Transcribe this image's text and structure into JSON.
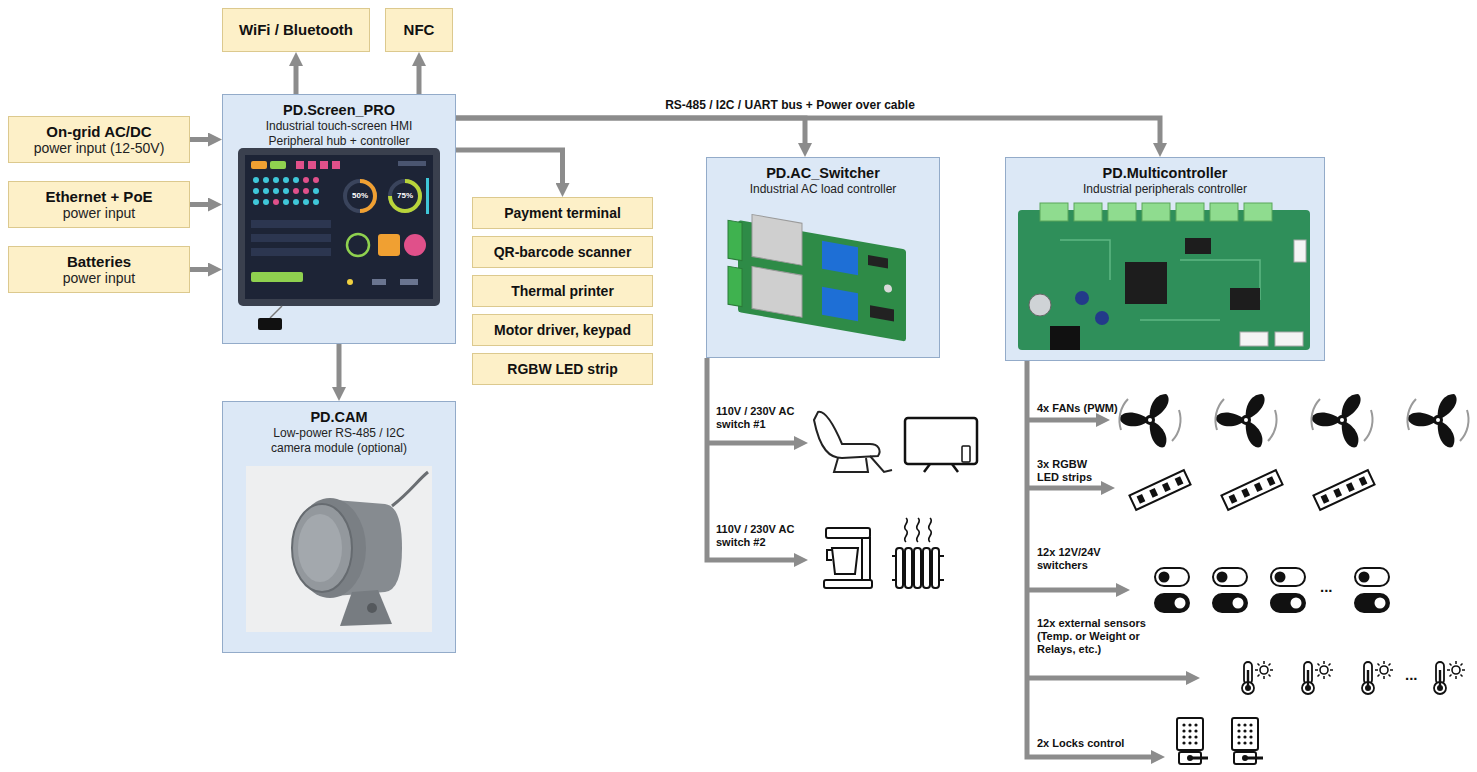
{
  "diagram": {
    "nodes": [
      {
        "text": [
          "WiFi / Bluetooth"
        ]
      },
      {
        "text": [
          "NFC"
        ]
      },
      {
        "text": [
          "On-grid AC/DC",
          "power input (12-50V)"
        ]
      },
      {
        "text": [
          "Ethernet + PoE",
          "power input"
        ]
      },
      {
        "text": [
          "Batteries",
          "power input"
        ]
      },
      {
        "text": [
          "PD.Screen_PRO",
          "Industrial touch-screen HMI",
          "Peripheral hub + controller"
        ]
      },
      {
        "text": [
          "Payment terminal"
        ]
      },
      {
        "text": [
          "QR-barcode scanner"
        ]
      },
      {
        "text": [
          "Thermal printer"
        ]
      },
      {
        "text": [
          "Motor driver, keypad"
        ]
      },
      {
        "text": [
          "RGBW LED strip"
        ]
      },
      {
        "text": [
          "PD.CAM",
          "Low-power RS-485 / I2C",
          "camera module (optional)"
        ]
      },
      {
        "text": [
          "PD.AC_Switcher",
          "Industrial AC load controller"
        ]
      },
      {
        "text": [
          "PD.Multicontroller",
          "Industrial peripherals controller"
        ]
      }
    ],
    "edges": [
      {
        "from": 5,
        "to": 0,
        "arrow": "to"
      },
      {
        "from": 5,
        "to": 1,
        "arrow": "to"
      },
      {
        "from": 2,
        "to": 5,
        "arrow": "to"
      },
      {
        "from": 3,
        "to": 5,
        "arrow": "to"
      },
      {
        "from": 4,
        "to": 5,
        "arrow": "to"
      },
      {
        "from": 5,
        "to": 11,
        "arrow": "to"
      },
      {
        "from": 5,
        "to": 6,
        "arrow": "to"
      },
      {
        "from": 5,
        "to": 12,
        "label": "RS-485 / I2C / UART bus + Power over cable",
        "arrow": "to"
      },
      {
        "from": 5,
        "to": 13,
        "arrow": "to"
      }
    ],
    "labels": [
      "110V / 230V AC switch #1",
      "110V / 230V AC switch #2",
      "4x FANs (PWM)",
      "3x RGBW LED strips",
      "12x 12V/24V switchers",
      "...",
      "12x external sensors (Temp. or Weight or Relays, etc.)",
      "...",
      "2x Locks control",
      "50%",
      "75%"
    ]
  }
}
